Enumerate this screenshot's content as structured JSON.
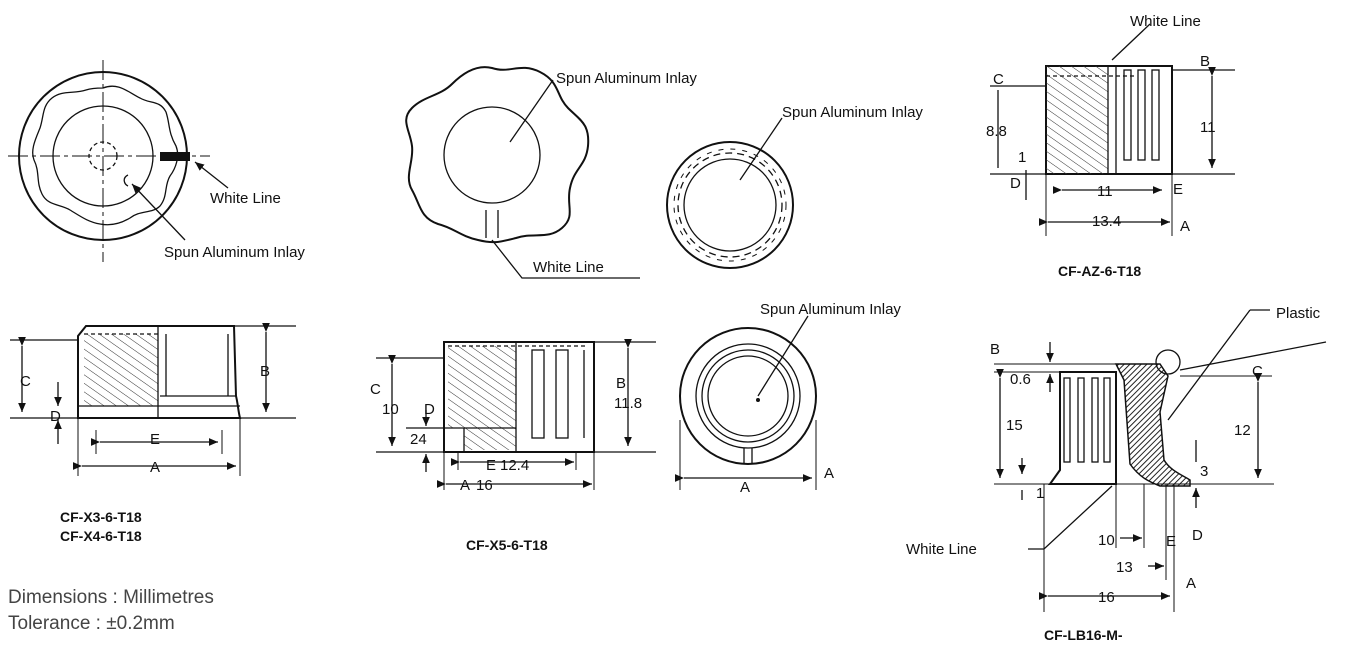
{
  "labels": {
    "white_line": "White Line",
    "spun_aluminum_inlay": "Spun Aluminum Inlay",
    "plastic": "Plastic"
  },
  "letters": {
    "A": "A",
    "B": "B",
    "C": "C",
    "D": "D",
    "E": "E"
  },
  "dimensions": {
    "x5_c": "10",
    "x5_d": "24",
    "x5_b": "11.8",
    "x5_e": "12.4",
    "x5_a": "16",
    "az_c": "8.8",
    "az_d": "1",
    "az_b": "11",
    "az_e": "11",
    "az_a": "13.4",
    "lb_b": "0.6",
    "lb_c_left": "15",
    "lb_c_right": "12",
    "lb_d_left": "1",
    "lb_d_right": "3",
    "lb_e": "10",
    "lb_mid": "13",
    "lb_a": "16"
  },
  "captions": {
    "x3": "CF-X3-6-T18",
    "x4": "CF-X4-6-T18",
    "x5": "CF-X5-6-T18",
    "az": "CF-AZ-6-T18",
    "lb": "CF-LB16-M-"
  },
  "notes": {
    "dimensions": "Dimensions : Millimetres",
    "tolerance": "Tolerance : ±0.2mm"
  }
}
